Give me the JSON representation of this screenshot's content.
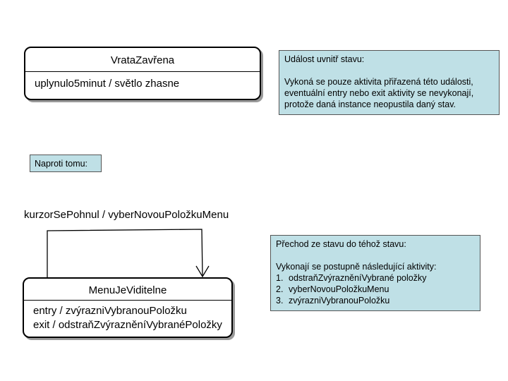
{
  "state1": {
    "name": "VrataZavřena",
    "internal": "uplynulo5minut / světlo zhasne"
  },
  "note1": {
    "title": "Událost uvnitř stavu:",
    "lines": [
      "Vykoná se pouze aktivita přiřazená této události,",
      "eventuální entry nebo exit aktivity se nevykonají,",
      "protože daná instance neopustila daný stav."
    ]
  },
  "note2": {
    "text": "Naproti tomu:"
  },
  "transition": {
    "label": "kurzorSePohnul / vyberNovouPoložkuMenu"
  },
  "state2": {
    "name": "MenuJeViditelne",
    "entry": "entry / zvýrazniVybranouPoložku",
    "exit": "exit / odstraňZvýrazněníVybranéPoložky"
  },
  "note3": {
    "title": "Přechod ze stavu do téhož stavu:",
    "intro": "Vykonají se postupně následující aktivity:",
    "items": [
      {
        "num": "1.",
        "text": "odstraňZvýrazněníVybrané položky"
      },
      {
        "num": "2.",
        "text": "vyberNovouPoložkuMenu"
      },
      {
        "num": "3.",
        "text": "zvýrazniVybranouPoložku"
      }
    ]
  }
}
